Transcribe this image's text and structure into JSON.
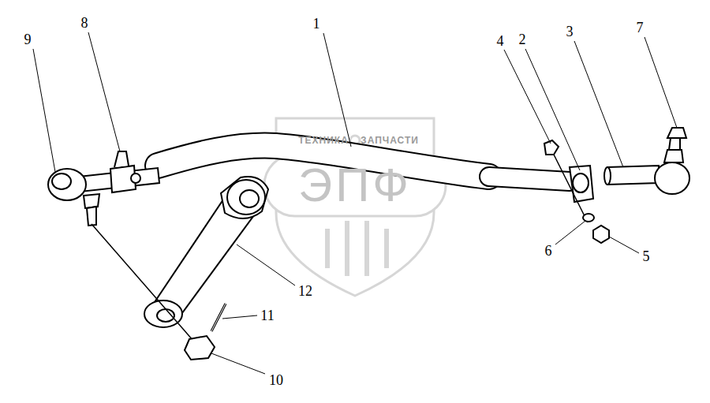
{
  "diagram": {
    "labels": [
      "9",
      "8",
      "1",
      "4",
      "2",
      "3",
      "7",
      "ТЕХНИКА",
      "ЗАПЧАСТИ",
      "ЭПФ",
      "12",
      "6",
      "5",
      "11",
      "10"
    ]
  }
}
